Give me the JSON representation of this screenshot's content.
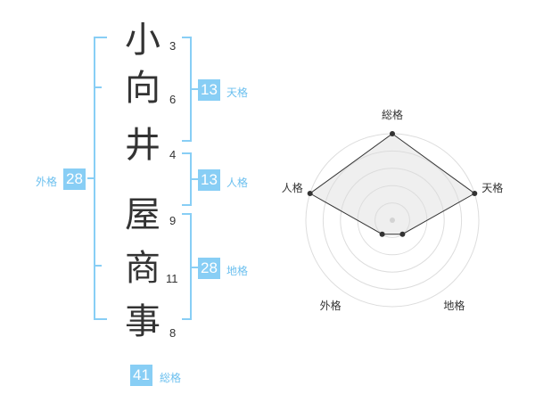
{
  "name_chars": [
    {
      "char": "小",
      "strokes": "3"
    },
    {
      "char": "向",
      "strokes": "6"
    },
    {
      "char": "井",
      "strokes": "4"
    },
    {
      "char": "屋",
      "strokes": "9"
    },
    {
      "char": "商",
      "strokes": "11"
    },
    {
      "char": "事",
      "strokes": "8"
    }
  ],
  "fortunes": {
    "tenkaku": {
      "value": "13",
      "label": "天格"
    },
    "jinkaku": {
      "value": "13",
      "label": "人格"
    },
    "chikaku": {
      "value": "28",
      "label": "地格"
    },
    "gaikaku": {
      "value": "28",
      "label": "外格"
    },
    "soukaku": {
      "value": "41",
      "label": "総格"
    }
  },
  "colors": {
    "accent": "#88cef5",
    "accent_text": "#6cc0ef",
    "text": "#333333"
  },
  "chart_data": {
    "type": "radar",
    "axes": [
      "総格",
      "天格",
      "地格",
      "外格",
      "人格"
    ],
    "values": [
      5,
      5,
      1,
      1,
      5
    ],
    "max": 5,
    "rings": 5
  }
}
